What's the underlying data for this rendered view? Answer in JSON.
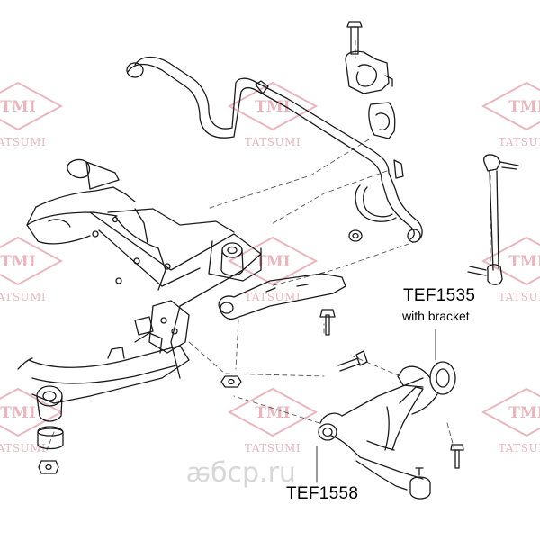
{
  "watermark": {
    "logo_text": "TMI",
    "brand_text": "TATSUMI",
    "color": "#e8b7bd"
  },
  "seller_watermark": {
    "text": "ꬱбср.ru",
    "color": "#d7d7d7"
  },
  "callouts": [
    {
      "part_number": "TEF1535",
      "note": "with bracket"
    },
    {
      "part_number": "TEF1558",
      "note": ""
    }
  ],
  "colors": {
    "line": "#1a1a1a",
    "dash": "#555555",
    "background": "#ffffff"
  }
}
